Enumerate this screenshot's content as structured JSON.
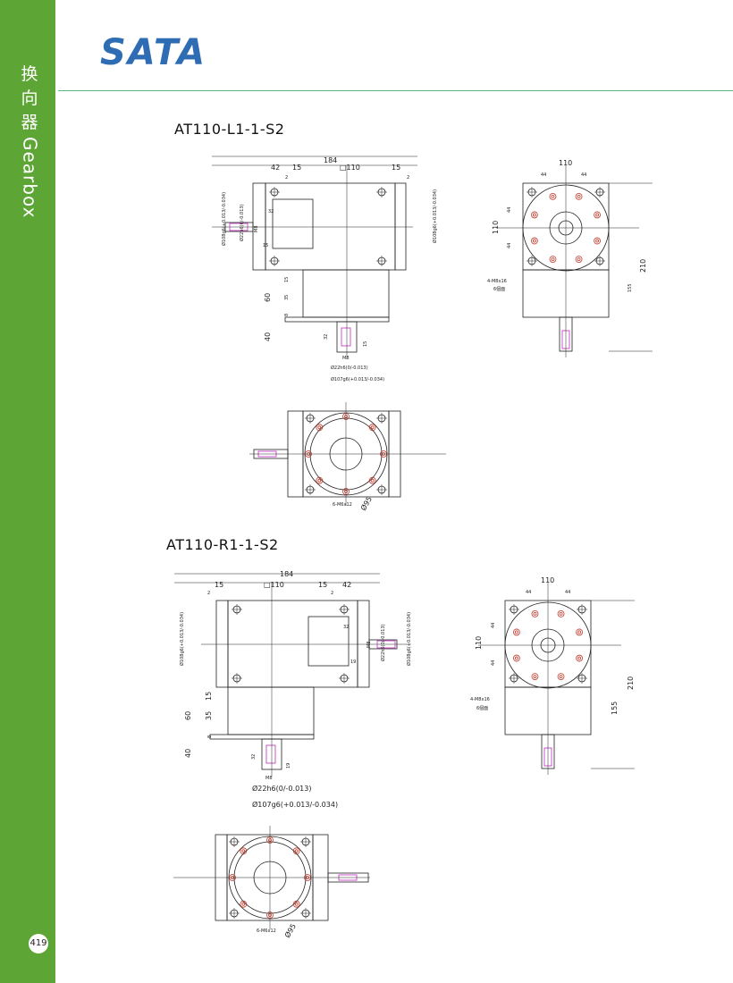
{
  "sidebar": {
    "title_cn": [
      "换",
      "向",
      "器"
    ],
    "title_en": "Gearbox",
    "page_number": "419"
  },
  "header": {
    "logo": "SATA"
  },
  "colors": {
    "sidebar": "#5da535",
    "logo": "#2e6db4",
    "rule": "#5cb87a",
    "bolt": "#c0392b",
    "shaft_highlight": "#c02cc0"
  },
  "models": [
    {
      "name": "AT110-L1-1-S2",
      "front": {
        "overall": "184",
        "left_shaft": "42",
        "flange_l": "15",
        "square": "□110",
        "flange_r": "15",
        "gap_l": "2",
        "gap_r": "2",
        "key_len": "32",
        "key_off": "15",
        "thread": "M8",
        "dia_left": "Ø108g6(+0.013/-0.034)",
        "dia_shaft": "Ø22h6(0/-0.013)",
        "dia_right": "Ø108g6(+0.013/-0.034)",
        "h_total": "60",
        "h_flange": "15",
        "h_body": "35",
        "h_lip": "8",
        "shaft_len": "40",
        "key_len2": "32",
        "key_off2": "15",
        "thread2": "M8",
        "dia_shaft2": "Ø22h6(0/-0.013)",
        "dia_pilot": "Ø107g6(+0.013/-0.034)"
      },
      "side": {
        "width": "110",
        "pitch_a": "44",
        "pitch_b": "44",
        "height": "110",
        "pitch_c": "44",
        "pitch_d": "44",
        "total": "210",
        "lower": "155",
        "tap": "4-M8x16",
        "tap_note": "6個面"
      },
      "bottom": {
        "tap": "6-M6x12",
        "pcd": "Ø95"
      }
    },
    {
      "name": "AT110-R1-1-S2",
      "front": {
        "overall": "184",
        "left_shaft": "42",
        "flange_l": "15",
        "square": "□110",
        "flange_r": "15",
        "gap_l": "2",
        "gap_r": "2",
        "key_len": "32",
        "key_off": "19",
        "thread": "M8",
        "dia_left": "Ø108g6(+0.013/-0.034)",
        "dia_shaft": "Ø22h6(0/-0.013)",
        "dia_right": "Ø108g6(+0.013/-0.034)",
        "h_total": "60",
        "h_flange": "15",
        "h_body": "35",
        "h_lip": "8",
        "shaft_len": "40",
        "key_len2": "32",
        "key_off2": "19",
        "thread2": "M8",
        "dia_shaft2": "Ø22h6(0/-0.013)",
        "dia_pilot": "Ø107g6(+0.013/-0.034)"
      },
      "side": {
        "width": "110",
        "pitch_a": "44",
        "pitch_b": "44",
        "height": "110",
        "pitch_c": "44",
        "pitch_d": "44",
        "total": "210",
        "lower": "155",
        "tap": "4-M8x16",
        "tap_note": "6個面"
      },
      "bottom": {
        "tap": "6-M6x12",
        "pcd": "Ø95"
      }
    }
  ]
}
